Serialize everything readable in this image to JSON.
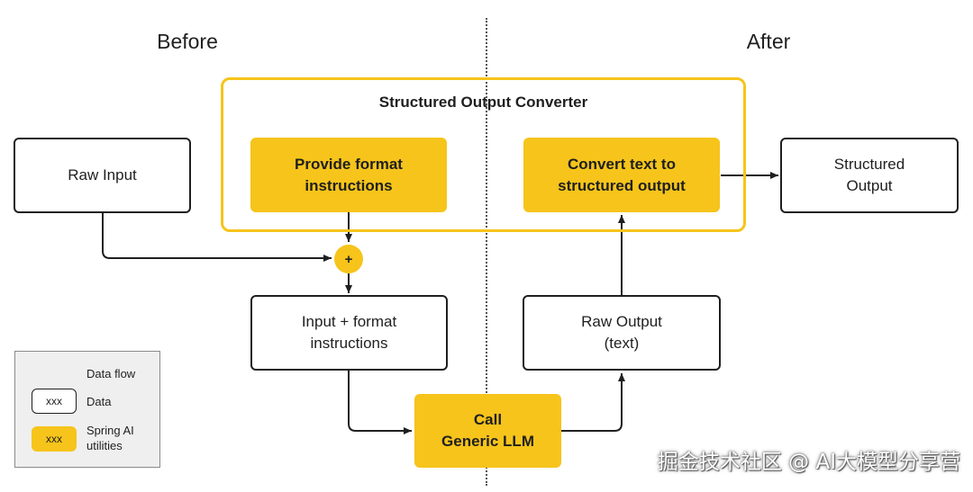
{
  "headings": {
    "before": "Before",
    "after": "After"
  },
  "converter": {
    "title": "Structured Output Converter"
  },
  "nodes": {
    "raw_input": "Raw Input",
    "provide_format": [
      "Provide format",
      "instructions"
    ],
    "convert_text": [
      "Convert text to",
      "structured  output"
    ],
    "structured_output": [
      "Structured",
      "Output"
    ],
    "plus": "+",
    "input_format": [
      "Input + format",
      "instructions"
    ],
    "raw_output": [
      "Raw Output",
      "(text)"
    ],
    "call_llm": [
      "Call",
      "Generic LLM"
    ]
  },
  "legend": {
    "data_flow": "Data flow",
    "data_sample": "xxx",
    "data": "Data",
    "util_sample": "xxx",
    "util": [
      "Spring AI",
      "utilities"
    ]
  },
  "watermark": "掘金技术社区 @ AI大模型分享营",
  "colors": {
    "accent_yellow": "#f6c41b",
    "stroke": "#1f1f1f",
    "legend_bg": "#efefef"
  }
}
